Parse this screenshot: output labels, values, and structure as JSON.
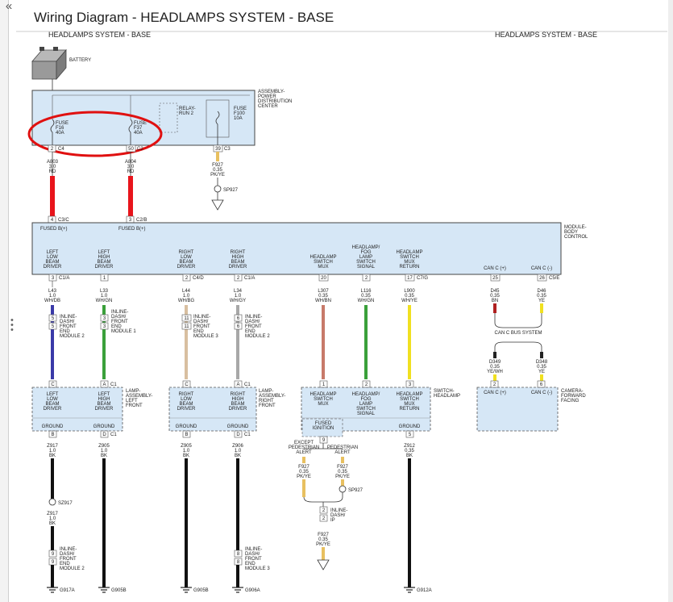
{
  "window": {
    "title": "Wiring Diagram - HEADLAMPS SYSTEM - BASE",
    "collapse_icon": "double-chevron-left-icon",
    "header_left": "HEADLAMPS SYSTEM - BASE",
    "header_right": "HEADLAMPS SYSTEM - BASE"
  },
  "colors": {
    "red_wire": "#e8141b",
    "highlight": "#e01010",
    "box_fill": "#d6e7f6",
    "blue_wire": "#3a3aa8",
    "green_wire": "#3aa03a",
    "yellow_wire": "#f0e020",
    "tan_wire": "#d8bfa0"
  },
  "battery": {
    "label": "BATTERY"
  },
  "pdc": {
    "label_lines": [
      "ASSEMBLY-",
      "POWER",
      "DISTRIBUTION",
      "CENTER"
    ],
    "fuse_f16": [
      "FUSE",
      "F16",
      "40A"
    ],
    "fuse_f37": [
      "FUSE",
      "F37",
      "40A"
    ],
    "relay": [
      "RELAY-",
      "RUN 2"
    ],
    "fuse_f100": [
      "FUSE",
      "F100",
      "10A"
    ],
    "pin_f16": {
      "num": "2",
      "conn": "C4"
    },
    "pin_f37": {
      "num": "50",
      "conn": "C2"
    },
    "pin_f100": {
      "num": "39",
      "conn": "C3"
    }
  },
  "wires_top": {
    "a803": [
      "A803",
      "3.0",
      "RD"
    ],
    "a804": [
      "A804",
      "3.0",
      "RD"
    ],
    "f927": [
      "F927",
      "0.35",
      "PK/YE"
    ],
    "splice": "SP927",
    "bcm_pin_a": {
      "num": "4",
      "conn": "C3/C"
    },
    "bcm_pin_b": {
      "num": "3",
      "conn": "C2/B"
    }
  },
  "bcm": {
    "label_lines": [
      "MODULE-",
      "BODY",
      "CONTROL"
    ],
    "fused_a": "FUSED B(+)",
    "fused_b": "FUSED B(+)",
    "drivers": [
      [
        "LEFT",
        "LOW",
        "BEAM",
        "DRIVER"
      ],
      [
        "LEFT",
        "HIGH",
        "BEAM",
        "DRIVER"
      ],
      [
        "RIGHT",
        "LOW",
        "BEAM",
        "DRIVER"
      ],
      [
        "RIGHT",
        "HIGH",
        "BEAM",
        "DRIVER"
      ],
      [
        "HEADLAMP",
        "SWITCH",
        "MUX"
      ],
      [
        "HEADLAMP/",
        "FOG",
        "LAMP",
        "SWITCH",
        "SIGNAL"
      ],
      [
        "HEADLAMP",
        "SWITCH",
        "MUX",
        "RETURN"
      ]
    ],
    "can_plus": "CAN C (+)",
    "can_minus": "CAN C (-)",
    "pins": [
      {
        "num": "3",
        "conn": "C1/A"
      },
      {
        "num": "1",
        "conn": ""
      },
      {
        "num": "2",
        "conn": "C4/D"
      },
      {
        "num": "2",
        "conn": "C1/A"
      },
      {
        "num": "20",
        "conn": ""
      },
      {
        "num": "2",
        "conn": ""
      },
      {
        "num": "17",
        "conn": "C7/G"
      },
      {
        "num": "25",
        "conn": ""
      },
      {
        "num": "26",
        "conn": "C5/E"
      }
    ]
  },
  "wires_mid": [
    [
      "L43",
      "1.0",
      "WH/DB"
    ],
    [
      "L33",
      "1.0",
      "WH/GN"
    ],
    [
      "L44",
      "1.0",
      "WH/BG"
    ],
    [
      "L34",
      "1.0",
      "WH/GY"
    ],
    [
      "L307",
      "0.35",
      "WH/BN"
    ],
    [
      "L116",
      "0.35",
      "WH/GN"
    ],
    [
      "L900",
      "0.35",
      "WH/YE"
    ],
    [
      "D45",
      "0.35",
      "BN"
    ],
    [
      "D46",
      "0.35",
      "YE"
    ]
  ],
  "inline_connectors": {
    "left_low": {
      "pin": "5",
      "lines": [
        "INLINE-",
        "DASH/",
        "FRONT",
        "END",
        "MODULE 2"
      ]
    },
    "left_high": {
      "pin": "3",
      "lines": [
        "INLINE-",
        "DASH/",
        "FRONT",
        "END",
        "MODULE 1"
      ]
    },
    "right_low": {
      "pin": "11",
      "lines": [
        "INLINE-",
        "DASH/",
        "FRONT",
        "END",
        "MODULE 3"
      ]
    },
    "right_high": {
      "pin": "6",
      "lines": [
        "INLINE-",
        "DASH/",
        "FRONT",
        "END",
        "MODULE 2"
      ]
    }
  },
  "can_bus": {
    "label": "CAN C BUS SYSTEM",
    "d349": [
      "D349",
      "0.35",
      "YE/WH"
    ],
    "d348": [
      "D348",
      "0.35",
      "YE"
    ]
  },
  "lamp_left": {
    "label_lines": [
      "LAMP-",
      "ASSEMBLY-",
      "LEFT",
      "FRONT"
    ],
    "pins_top": [
      {
        "num": "C",
        "conn": ""
      },
      {
        "num": "A",
        "conn": "C1"
      }
    ],
    "drivers": [
      [
        "LEFT",
        "LOW",
        "BEAM",
        "DRIVER"
      ],
      [
        "LEFT",
        "HIGH",
        "BEAM",
        "DRIVER"
      ]
    ],
    "grounds": [
      "GROUND",
      "GROUND"
    ],
    "pins_bottom": [
      {
        "num": "B",
        "conn": ""
      },
      {
        "num": "D",
        "conn": "C1"
      }
    ]
  },
  "lamp_right": {
    "label_lines": [
      "LAMP-",
      "ASSEMBLY-",
      "RIGHT",
      "FRONT"
    ],
    "pins_top": [
      {
        "num": "C",
        "conn": ""
      },
      {
        "num": "A",
        "conn": "C1"
      }
    ],
    "drivers": [
      [
        "RIGHT",
        "LOW",
        "BEAM",
        "DRIVER"
      ],
      [
        "RIGHT",
        "HIGH",
        "BEAM",
        "DRIVER"
      ]
    ],
    "grounds": [
      "GROUND",
      "GROUND"
    ],
    "pins_bottom": [
      {
        "num": "B",
        "conn": ""
      },
      {
        "num": "D",
        "conn": "C1"
      }
    ]
  },
  "switch": {
    "label_lines": [
      "SWITCH-",
      "HEADLAMP"
    ],
    "pins_top": [
      "1",
      "2",
      "3"
    ],
    "cols": [
      [
        "HEADLAMP",
        "SWITCH",
        "MUX"
      ],
      [
        "HEADLAMP/",
        "FOG",
        "LAMP",
        "SWITCH",
        "SIGNAL"
      ],
      [
        "HEADLAMP",
        "SWITCH",
        "MUX",
        "RETURN"
      ]
    ],
    "fused": [
      "FUSED",
      "IGNITION"
    ],
    "ground": "GROUND",
    "pin_fused": "9",
    "pin_ground": "5"
  },
  "camera": {
    "label_lines": [
      "CAMERA-",
      "FORWARD",
      "FACING"
    ],
    "can_plus": "CAN C (+)",
    "can_minus": "CAN C (-)",
    "pins": [
      "2",
      "6"
    ]
  },
  "bottom_wires": {
    "z917": [
      "Z917",
      "1.0",
      "BK"
    ],
    "z905_l": [
      "Z905",
      "1.0",
      "BK"
    ],
    "z905_r": [
      "Z905",
      "1.0",
      "BK"
    ],
    "z906": [
      "Z906",
      "1.0",
      "BK"
    ],
    "z912": [
      "Z912",
      "0.35",
      "BK"
    ],
    "sz917": "SZ917",
    "z917_b": [
      "Z917",
      "1.0",
      "BK"
    ],
    "except_ped": [
      "EXCEPT",
      "PEDESTRIAN",
      "ALERT"
    ],
    "ped": [
      "PEDESTRIAN",
      "ALERT"
    ],
    "f927_a": [
      "F927",
      "0.35",
      "PK/YE"
    ],
    "f927_b": [
      "F927",
      "0.35",
      "PK/YE"
    ],
    "sp927": "SP927",
    "inline_ip": {
      "pin": "2",
      "lines": [
        "INLINE-",
        "DASH/",
        "IP"
      ]
    },
    "f927_c": [
      "F927",
      "0.35",
      "PK/YE"
    ],
    "inline_low_left": {
      "pin": "9",
      "lines": [
        "INLINE-",
        "DASH/",
        "FRONT",
        "END",
        "MODULE 2"
      ]
    },
    "inline_low_right": {
      "pin": "8",
      "lines": [
        "INLINE-",
        "DASH/",
        "FRONT",
        "END",
        "MODULE 3"
      ]
    },
    "ground_ids": [
      "G917A",
      "G905B",
      "G905B",
      "G906A",
      "G912A"
    ]
  }
}
